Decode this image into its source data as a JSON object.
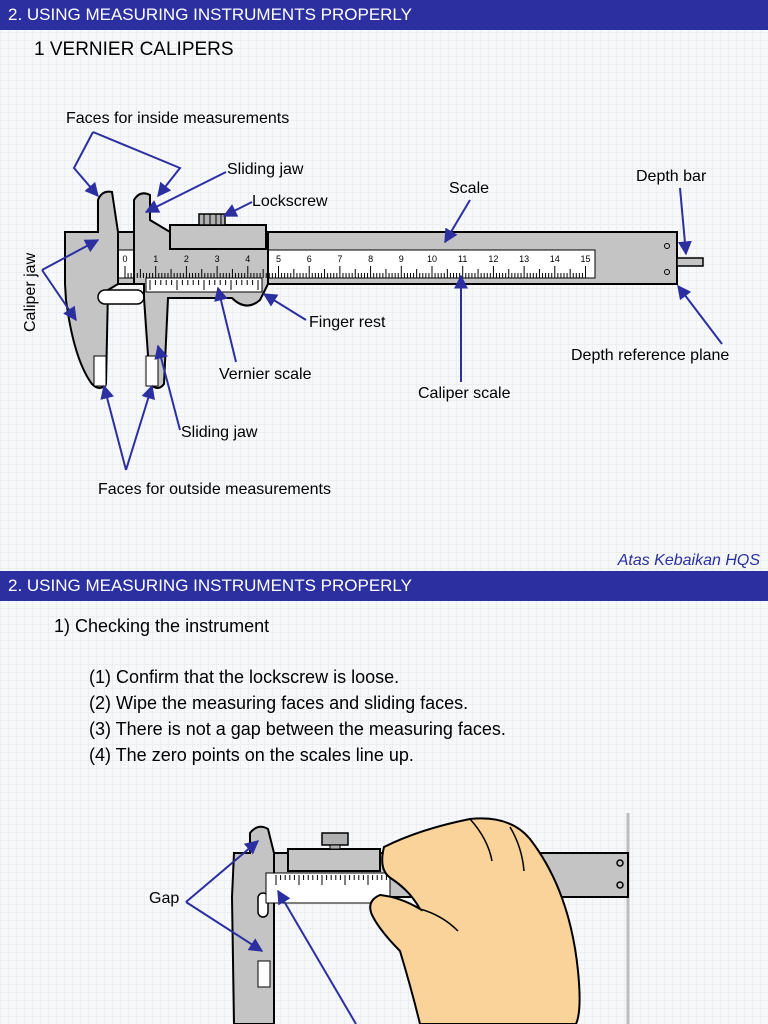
{
  "slide1": {
    "header": "2. USING MEASURING INSTRUMENTS PROPERLY",
    "subtitle": "1 VERNIER CALIPERS",
    "labels": {
      "faces_inside": "Faces for inside measurements",
      "sliding_jaw_top": "Sliding jaw",
      "lockscrew": "Lockscrew",
      "scale": "Scale",
      "depth_bar": "Depth bar",
      "caliper_jaw": "Caliper jaw",
      "finger_rest": "Finger rest",
      "depth_reference_plane": "Depth reference plane",
      "vernier_scale": "Vernier scale",
      "caliper_scale": "Caliper scale",
      "sliding_jaw_bottom": "Sliding jaw",
      "faces_outside": "Faces for outside measurements"
    },
    "scale_numbers": [
      "0",
      "1",
      "2",
      "3",
      "4",
      "5",
      "6",
      "7",
      "8",
      "9",
      "10",
      "11",
      "12",
      "13",
      "14",
      "15"
    ],
    "credit": "Atas Kebaikan HQS"
  },
  "slide2": {
    "header": "2. USING MEASURING INSTRUMENTS PROPERLY",
    "subtitle": "1) Checking the instrument",
    "steps": [
      "(1) Confirm that the lockscrew is loose.",
      "(2) Wipe the measuring faces and sliding faces.",
      "(3) There is not a gap between the measuring faces.",
      "(4) The zero points on the scales line up."
    ],
    "gap_label": "Gap"
  },
  "colors": {
    "header_bg": "#2b2fa0",
    "arrow": "#2b2fa0",
    "metal": "#c4c4c4",
    "hand": "#f9d39a"
  }
}
